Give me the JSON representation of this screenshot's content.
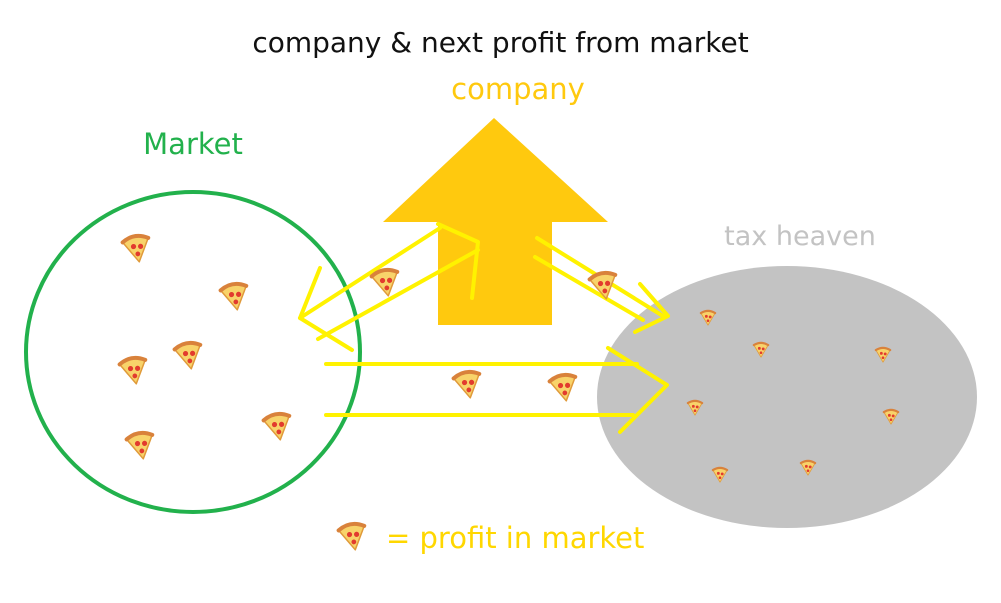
{
  "title": "company & next profit from market",
  "company_label": "company",
  "market_label": "Market",
  "tax_label": "tax heaven",
  "legend_text": "= profit in market",
  "colors": {
    "market": "#22b14c",
    "company": "#ffc90e",
    "flow": "#fff200",
    "tax": "#c3c3c3",
    "legend": "#ffd700"
  },
  "icon": "pizza-slice-icon"
}
